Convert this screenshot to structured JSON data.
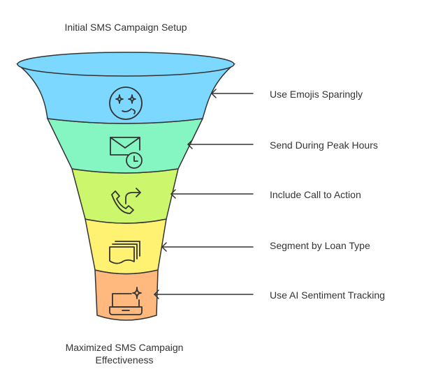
{
  "diagram": {
    "top_label": "Initial SMS Campaign Setup",
    "bottom_label_lines": [
      "Maximized SMS Campaign",
      "Effectiveness"
    ],
    "stages": [
      {
        "label": "Use Emojis Sparingly",
        "icon": "smiley-sparkle-icon",
        "color": "#7dd8ff"
      },
      {
        "label": "Send During Peak Hours",
        "icon": "mail-clock-icon",
        "color": "#85f5c2"
      },
      {
        "label": "Include Call to Action",
        "icon": "phone-arrow-icon",
        "color": "#ccf66b"
      },
      {
        "label": "Segment by Loan Type",
        "icon": "stacked-documents-icon",
        "color": "#fff171"
      },
      {
        "label": "Use AI Sentiment Tracking",
        "icon": "laptop-sparkle-icon",
        "color": "#ffb87e"
      }
    ],
    "stroke_color": "#333333"
  }
}
